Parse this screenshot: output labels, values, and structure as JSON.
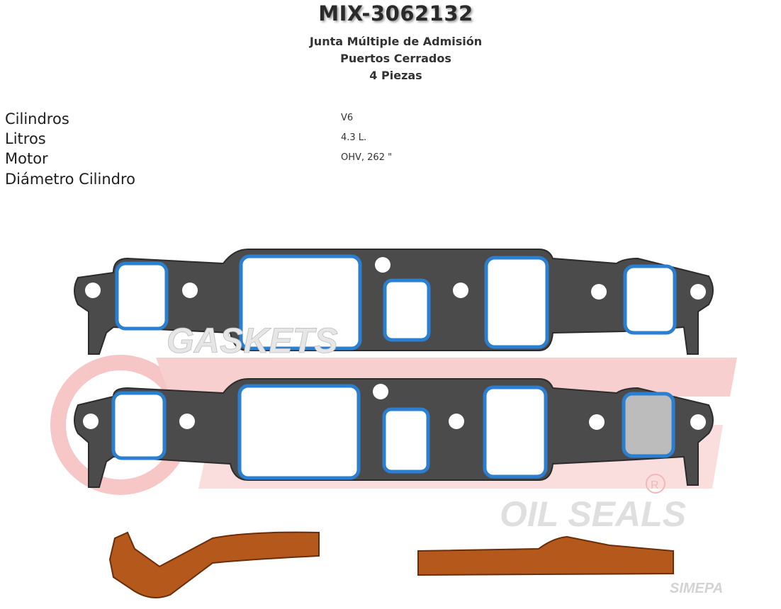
{
  "product": {
    "code": "MIX-3062132",
    "description_lines": [
      "Junta Múltiple de Admisión",
      "Puertos Cerrados",
      "4 Piezas"
    ]
  },
  "specs": [
    {
      "label": "Cilindros",
      "value": "V6"
    },
    {
      "label": "Litros",
      "value": "4.3 L."
    },
    {
      "label": "Motor",
      "value": "OHV, 262 \""
    },
    {
      "label": "Diámetro Cilindro",
      "value": ""
    }
  ],
  "image": {
    "watermark_lines": [
      "GASKETS",
      "OIL SEALS",
      "SIMEPA"
    ],
    "colors": {
      "gasket": "#4a4a4a",
      "seal": "#2a7fd0",
      "cork": "#b5581c",
      "watermark": "#f4b4b4"
    }
  }
}
